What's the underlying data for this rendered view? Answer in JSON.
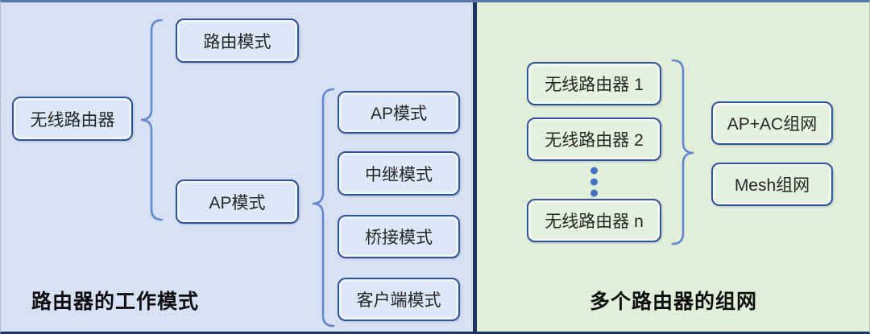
{
  "left_panel": {
    "title": "路由器的工作模式",
    "root_box": "无线路由器",
    "branch_boxes": [
      "路由模式",
      "AP模式"
    ],
    "ap_sub_boxes": [
      "AP模式",
      "中继模式",
      "桥接模式",
      "客户端模式"
    ]
  },
  "right_panel": {
    "title": "多个路由器的组网",
    "router_boxes": [
      "无线路由器 1",
      "无线路由器 2",
      "无线路由器 n"
    ],
    "network_boxes": [
      "AP+AC组网",
      "Mesh组网"
    ]
  },
  "colors": {
    "left_bg": "#d8e1f3",
    "right_bg": "#e2edda",
    "box_border": "#2e549c",
    "brace": "#6288ce",
    "dots": "#4472c4",
    "divider": "#1d3460"
  }
}
